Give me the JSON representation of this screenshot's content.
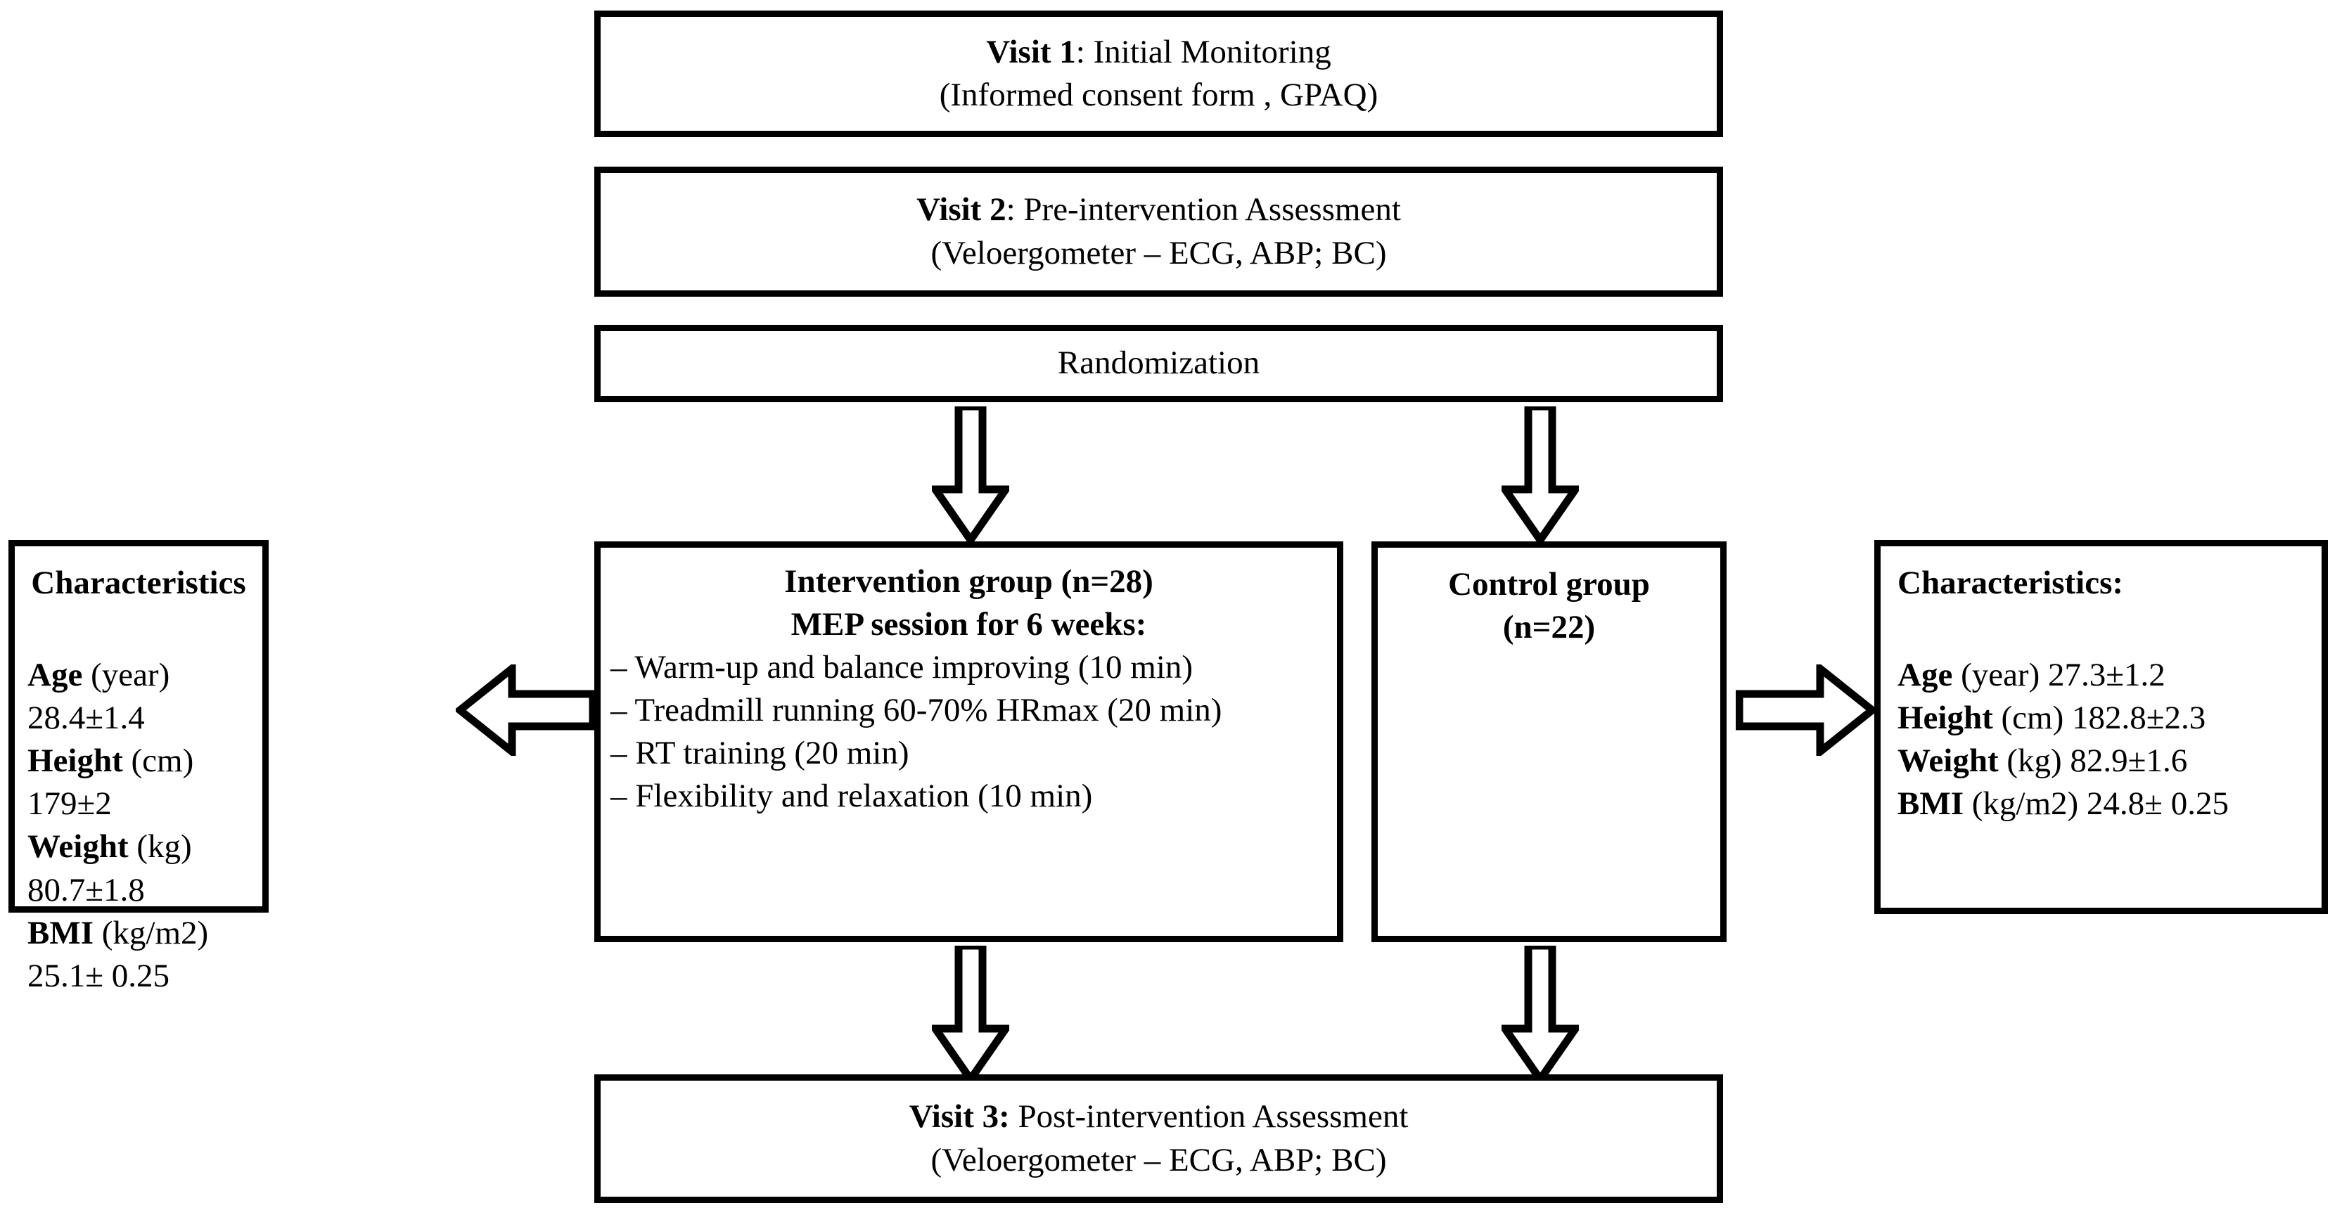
{
  "diagram": {
    "title": "Study protocol flowchart",
    "stroke_color": "#000000",
    "fill_color": "#ffffff"
  },
  "visit1": {
    "line1_bold": "Visit 1",
    "line1_rest": ": Initial Monitoring",
    "line2": "(Informed consent form , GPAQ)"
  },
  "visit2": {
    "line1_bold": "Visit 2",
    "line1_rest": ": Pre-intervention Assessment",
    "line2": "(Veloergometer – ECG, ABP; BC)"
  },
  "randomization": {
    "label": "Randomization"
  },
  "intervention": {
    "heading1": "Intervention group (n=28)",
    "heading2": "MEP session for 6 weeks:",
    "items": [
      "– Warm-up and balance improving (10 min)",
      "– Treadmill running 60-70% HRmax (20 min)",
      "– RT training (20 min)",
      "– Flexibility and relaxation (10 min)"
    ]
  },
  "control": {
    "line1": "Control group",
    "line2": "(n=22)"
  },
  "characteristics_left": {
    "heading": "Characteristics",
    "rows": [
      {
        "label": "Age",
        "rest": " (year) 28.4±1.4"
      },
      {
        "label": "Height",
        "rest": " (cm) 179±2"
      },
      {
        "label": "Weight",
        "rest": " (kg) 80.7±1.8"
      },
      {
        "label": "BMI",
        "rest": " (kg/m2) 25.1± 0.25"
      }
    ]
  },
  "characteristics_right": {
    "heading": "Characteristics:",
    "rows": [
      {
        "label": "Age",
        "rest": " (year) 27.3±1.2"
      },
      {
        "label": "Height",
        "rest": " (cm) 182.8±2.3"
      },
      {
        "label": "Weight",
        "rest": " (kg) 82.9±1.6"
      },
      {
        "label": "BMI",
        "rest": " (kg/m2) 24.8± 0.25"
      }
    ]
  },
  "visit3": {
    "line1_bold": "Visit 3:",
    "line1_rest": " Post-intervention Assessment",
    "line2": "(Veloergometer –  ECG, ABP; BC)"
  },
  "arrows": {
    "randomization_to_intervention": "down-arrow",
    "randomization_to_control": "down-arrow",
    "intervention_to_characteristics_left": "left-arrow",
    "control_to_characteristics_right": "right-arrow",
    "intervention_to_visit3": "down-arrow",
    "control_to_visit3": "down-arrow"
  }
}
